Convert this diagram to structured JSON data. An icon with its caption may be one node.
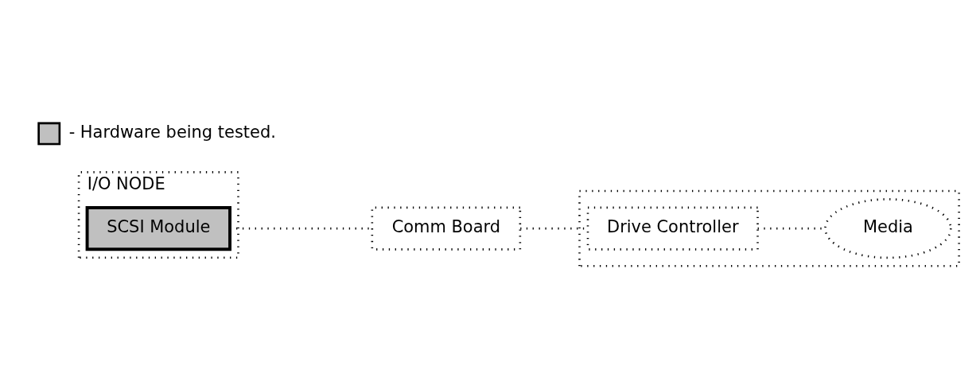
{
  "diagram": {
    "nodes": [
      {
        "text": [
          "I/O NODE"
        ]
      },
      {
        "text": [
          "SCSI Module"
        ],
        "in": 0
      },
      {
        "text": [
          "Comm Board"
        ]
      },
      {
        "text": [],
        "shape": "box"
      },
      {
        "text": [
          "Drive Controller"
        ],
        "in": 3
      },
      {
        "text": [
          "Media"
        ],
        "in": 3
      }
    ],
    "edges": [
      {
        "from": 1,
        "to": 2,
        "arrow": "none"
      },
      {
        "from": 2,
        "to": 4,
        "arrow": "none"
      },
      {
        "from": 4,
        "to": 5,
        "arrow": "none"
      }
    ],
    "legend": [
      {
        "text": "- Hardware being tested.",
        "color": "#c0c0c0"
      }
    ]
  }
}
